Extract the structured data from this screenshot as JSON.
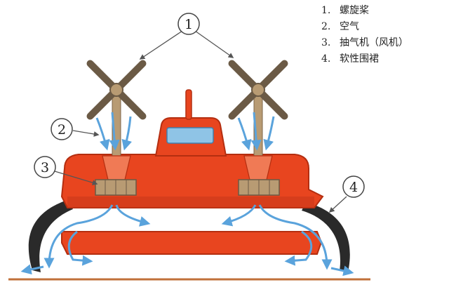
{
  "legend": {
    "items": [
      {
        "num": "1.",
        "label": "螺旋桨"
      },
      {
        "num": "2.",
        "label": "空气"
      },
      {
        "num": "3.",
        "label": "抽气机（风机）"
      },
      {
        "num": "4.",
        "label": "软性围裙"
      }
    ]
  },
  "callouts": {
    "c1": "1",
    "c2": "2",
    "c3": "3",
    "c4": "4"
  },
  "colors": {
    "hull": "#e8451f",
    "hull_dark": "#b42e10",
    "mast": "#b89b73",
    "blade": "#6b5a45",
    "air": "#5aa3dc",
    "skirt": "#2a2a2a",
    "ground": "#c0703a",
    "window": "#8fc4e6"
  }
}
